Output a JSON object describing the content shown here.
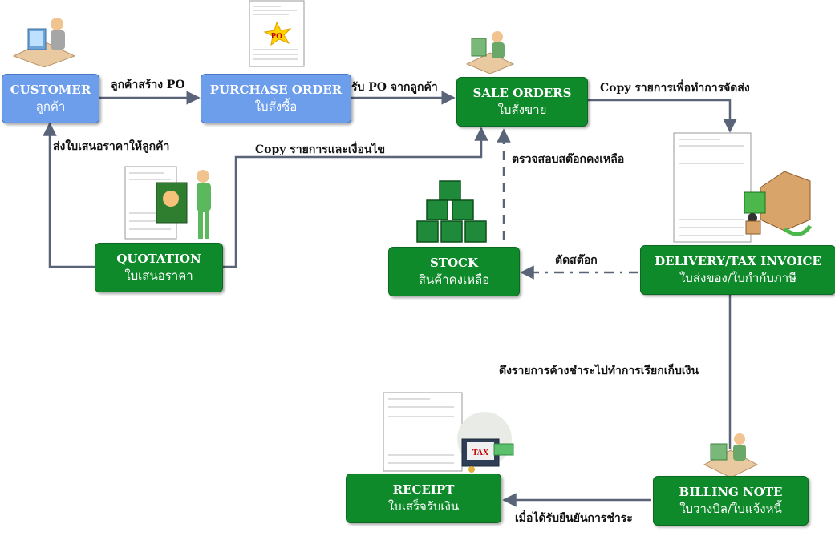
{
  "nodes": {
    "customer": {
      "en": "CUSTOMER",
      "th": "ลูกค้า"
    },
    "purchase_order": {
      "en": "PURCHASE ORDER",
      "th": "ใบสั่งซื้อ"
    },
    "sale_orders": {
      "en": "SALE ORDERS",
      "th": "ใบสั่งขาย"
    },
    "quotation": {
      "en": "QUOTATION",
      "th": "ใบเสนอราคา"
    },
    "stock": {
      "en": "STOCK",
      "th": "สินค้าคงเหลือ"
    },
    "delivery": {
      "en": "DELIVERY/TAX INVOICE",
      "th": "ใบส่งของ/ใบกำกับภาษี"
    },
    "billing": {
      "en": "BILLING NOTE",
      "th": "ใบวางบิล/ใบแจ้งหนี้"
    },
    "receipt": {
      "en": "RECEIPT",
      "th": "ใบเสร็จรับเงิน"
    }
  },
  "edges": {
    "customer_to_po": "ลูกค้าสร้าง PO",
    "po_to_so": "รับ PO จากลูกค้า",
    "so_to_delivery": "Copy รายการเพื่อทำการจัดส่ง",
    "quotation_to_customer": "ส่งใบเสนอราคาให้ลูกค้า",
    "quotation_to_so": "Copy รายการและเงื่อนไข",
    "stock_to_so": "ตรวจสอบสต๊อกคงเหลือ",
    "delivery_to_stock": "ตัดสต๊อก",
    "delivery_to_billing": "ดึงรายการค้างชำระไปทำการเรียกเก็บเงิน",
    "billing_to_receipt": "เมื่อได้รับยืนยันการชำระ"
  },
  "images": {
    "po_stamp": "PO",
    "tax_tag": "TAX"
  },
  "colors": {
    "blue_box": "#6d9eeb",
    "green_box": "#0f8a2a",
    "arrow": "#5a6478"
  }
}
